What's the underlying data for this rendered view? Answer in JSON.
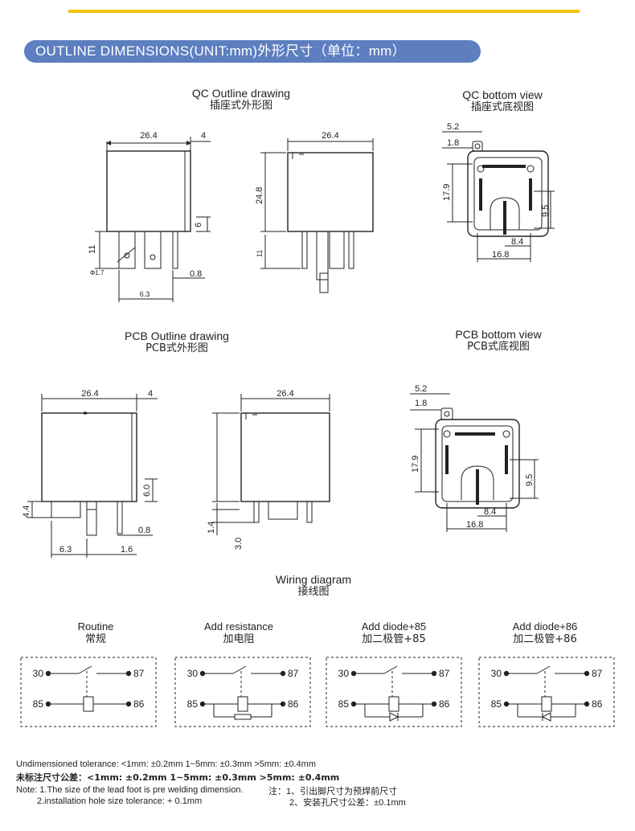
{
  "header": {
    "title": "OUTLINE DIMENSIONS(UNIT:mm)外形尺寸（单位：mm）"
  },
  "sections": {
    "qc_outline": {
      "en": "QC Outline drawing",
      "zh": "插座式外形图"
    },
    "qc_bottom": {
      "en": "QC bottom view",
      "zh": "插座式底视图"
    },
    "pcb_outline": {
      "en": "PCB Outline drawing",
      "zh": "PCB式外形图"
    },
    "pcb_bottom": {
      "en": "PCB bottom view",
      "zh": "PCB式底视图"
    },
    "wiring": {
      "en": "Wiring diagram",
      "zh": "接线图"
    }
  },
  "dims": {
    "qc_front": {
      "w": "26.4",
      "pin_off": "4",
      "h6": "6",
      "pin11": "11",
      "hole": "Φ1.7",
      "t08": "0.8",
      "p63": "6.3"
    },
    "qc_side": {
      "w": "26.4",
      "h": "24.8",
      "pin11": "11"
    },
    "qc_bottom": {
      "a": "5.2",
      "b": "1.8",
      "c": "17.9",
      "d": "9.5",
      "e": "8.4",
      "f": "16.8"
    },
    "pcb_front": {
      "w": "26.4",
      "pin_off": "4",
      "h6": "6.0",
      "h44": "4.4",
      "t08": "0.8",
      "p63": "6.3",
      "p16": "1.6"
    },
    "pcb_side": {
      "w": "26.4",
      "h14": "1.4",
      "h30": "3.0"
    },
    "pcb_bottom": {
      "a": "5.2",
      "b": "1.8",
      "c": "17.9",
      "d": "9.5",
      "e": "8.4",
      "f": "16.8"
    }
  },
  "wiring_variants": [
    {
      "en": "Routine",
      "zh": "常规"
    },
    {
      "en": "Add resistance",
      "zh": "加电阻"
    },
    {
      "en": "Add diode+85",
      "zh": "加二极管+85"
    },
    {
      "en": "Add diode+86",
      "zh": "加二极管+86"
    }
  ],
  "pins": {
    "p30": "30",
    "p87": "87",
    "p85": "85",
    "p86": "86"
  },
  "notes": {
    "tol_en": "Undimensioned tolerance: <1mm: ±0.2mm 1~5mm: ±0.3mm >5mm: ±0.4mm",
    "tol_zh": "未标注尺寸公差：<1mm: ±0.2mm  1~5mm: ±0.3mm  >5mm: ±0.4mm",
    "note1_en": "Note: 1.The size of the lead foot is pre welding dimension.",
    "note2_en": "2.installation hole size tolerance: + 0.1mm",
    "note1_zh": "注：1、引出脚尺寸为预焊前尺寸",
    "note2_zh": "2、安装孔尺寸公差：±0.1mm"
  },
  "colors": {
    "accent": "#f2c200",
    "banner": "#5d7fc0"
  }
}
